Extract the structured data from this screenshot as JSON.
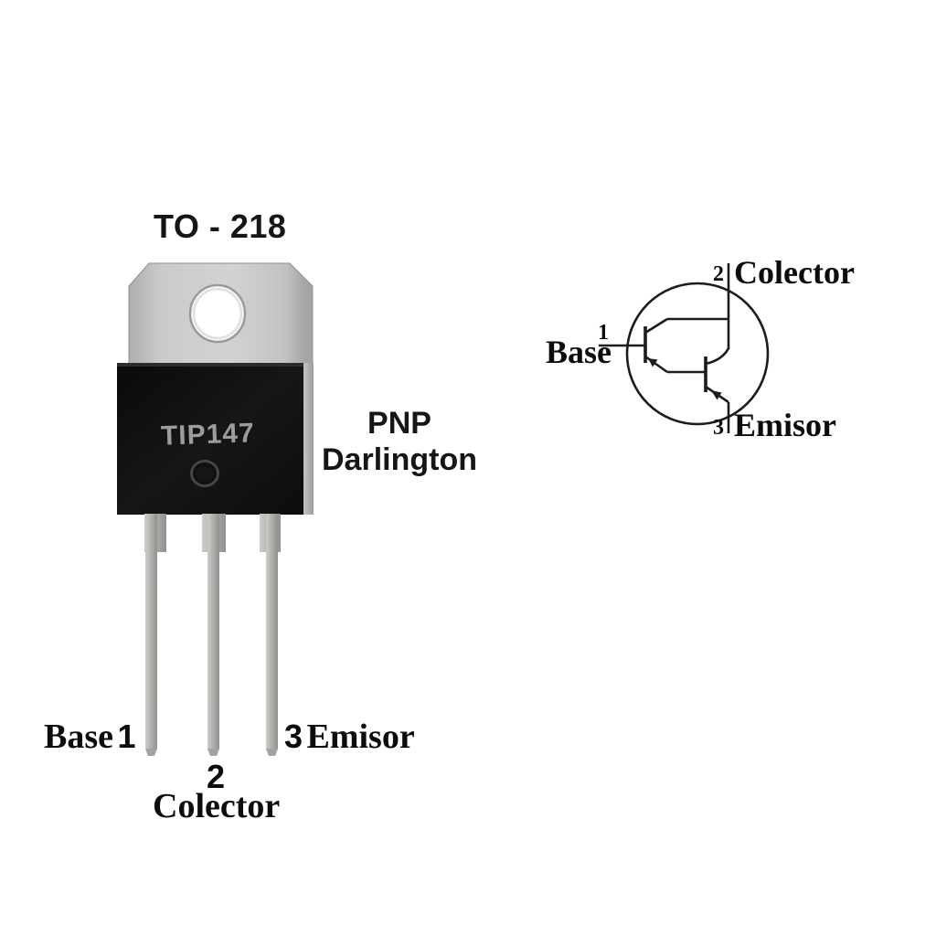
{
  "title": "TO - 218",
  "package": {
    "marking": "TIP147",
    "type_line1": "PNP",
    "type_line2": "Darlington"
  },
  "pin_labels": {
    "base_name": "Base",
    "base_number": "1",
    "collector_number": "2",
    "collector_name": "Colector",
    "emitter_number": "3",
    "emitter_name": "Emisor"
  },
  "schematic": {
    "collector_number": "2",
    "collector_label": "Colector",
    "base_number": "1",
    "base_label": "Base",
    "emitter_number": "3",
    "emitter_label": "Emisor"
  },
  "colors": {
    "background": "#ffffff",
    "body": "#141414",
    "metal_tab": "#c6c6c6",
    "leg": "#b3b1ae",
    "text": "#0c0c0c",
    "marking_text": "#9c9c9c",
    "schematic_stroke": "#1c1c1c"
  }
}
